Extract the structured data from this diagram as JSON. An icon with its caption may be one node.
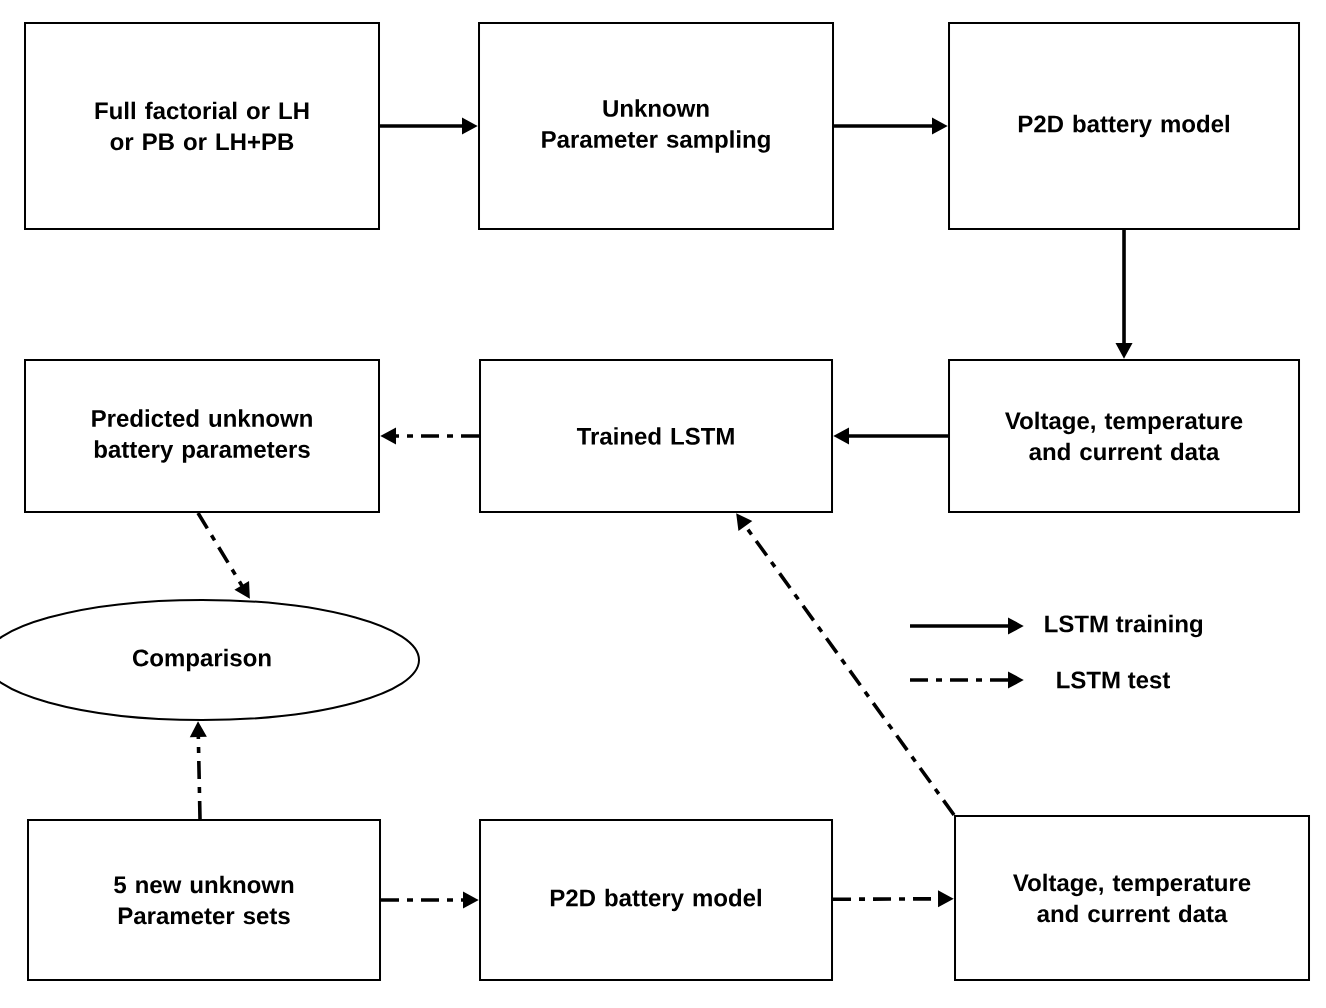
{
  "diagram": {
    "nodes": [
      {
        "text": [
          "Full factorial or LH or PB or LH+PB"
        ]
      },
      {
        "text": [
          "Unknown Parameter sampling"
        ]
      },
      {
        "text": [
          "P2D battery model"
        ]
      },
      {
        "text": [
          "Voltage, temperature and current data"
        ]
      },
      {
        "text": [
          "Trained LSTM"
        ]
      },
      {
        "text": [
          "Predicted unknown battery parameters"
        ]
      },
      {
        "text": [
          "Comparison"
        ]
      },
      {
        "text": [
          "5 new unknown Parameter sets"
        ]
      },
      {
        "text": [
          "P2D battery model"
        ]
      },
      {
        "text": [
          "Voltage, temperature and current data"
        ]
      }
    ],
    "edges": [
      {
        "from": 0,
        "to": 1,
        "arrow": "to"
      },
      {
        "from": 1,
        "to": 2,
        "arrow": "to"
      },
      {
        "from": 2,
        "to": 3,
        "arrow": "to"
      },
      {
        "from": 3,
        "to": 4,
        "arrow": "to"
      },
      {
        "from": 4,
        "to": 5,
        "arrow": "to",
        "style": "dashed"
      },
      {
        "from": 5,
        "to": 6,
        "arrow": "to",
        "style": "dashed"
      },
      {
        "from": 7,
        "to": 6,
        "arrow": "to",
        "style": "dashed"
      },
      {
        "from": 7,
        "to": 8,
        "arrow": "to",
        "style": "dashed"
      },
      {
        "from": 8,
        "to": 9,
        "arrow": "to",
        "style": "dashed"
      },
      {
        "from": 9,
        "to": 4,
        "arrow": "to",
        "style": "dashed"
      }
    ],
    "legend": [
      {
        "text": "LSTM training"
      },
      {
        "text": "LSTM test"
      }
    ]
  }
}
